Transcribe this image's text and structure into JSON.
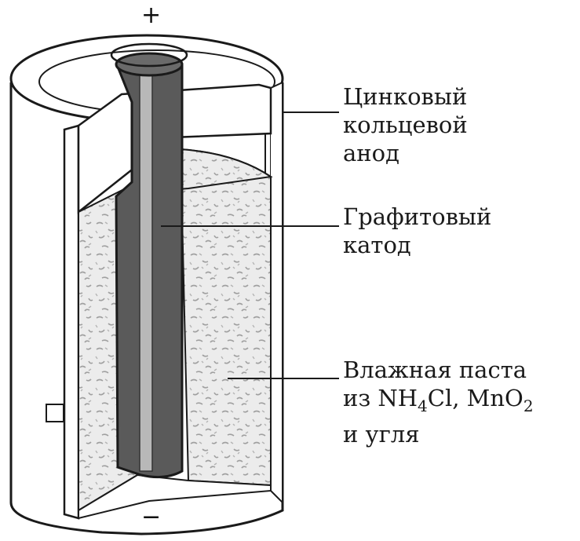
{
  "terminals": {
    "positive": "+",
    "negative": "−"
  },
  "labels": {
    "anode": {
      "line1": "Цинковый",
      "line2": "кольцевой",
      "line3": "анод"
    },
    "cathode": {
      "line1": "Графитовый",
      "line2": "катод"
    },
    "paste": {
      "line1": "Влажная паста",
      "line2_a": "из NH",
      "line2_sub1": "4",
      "line2_b": "Cl, MnO",
      "line2_sub2": "2",
      "line3": "и угля"
    }
  },
  "colors": {
    "outline": "#1a1a1a",
    "rod_dark": "#555555",
    "rod_light": "#b8b8b8",
    "paste": "#e6e6e6",
    "paste_speckle": "#a8a8a8"
  }
}
